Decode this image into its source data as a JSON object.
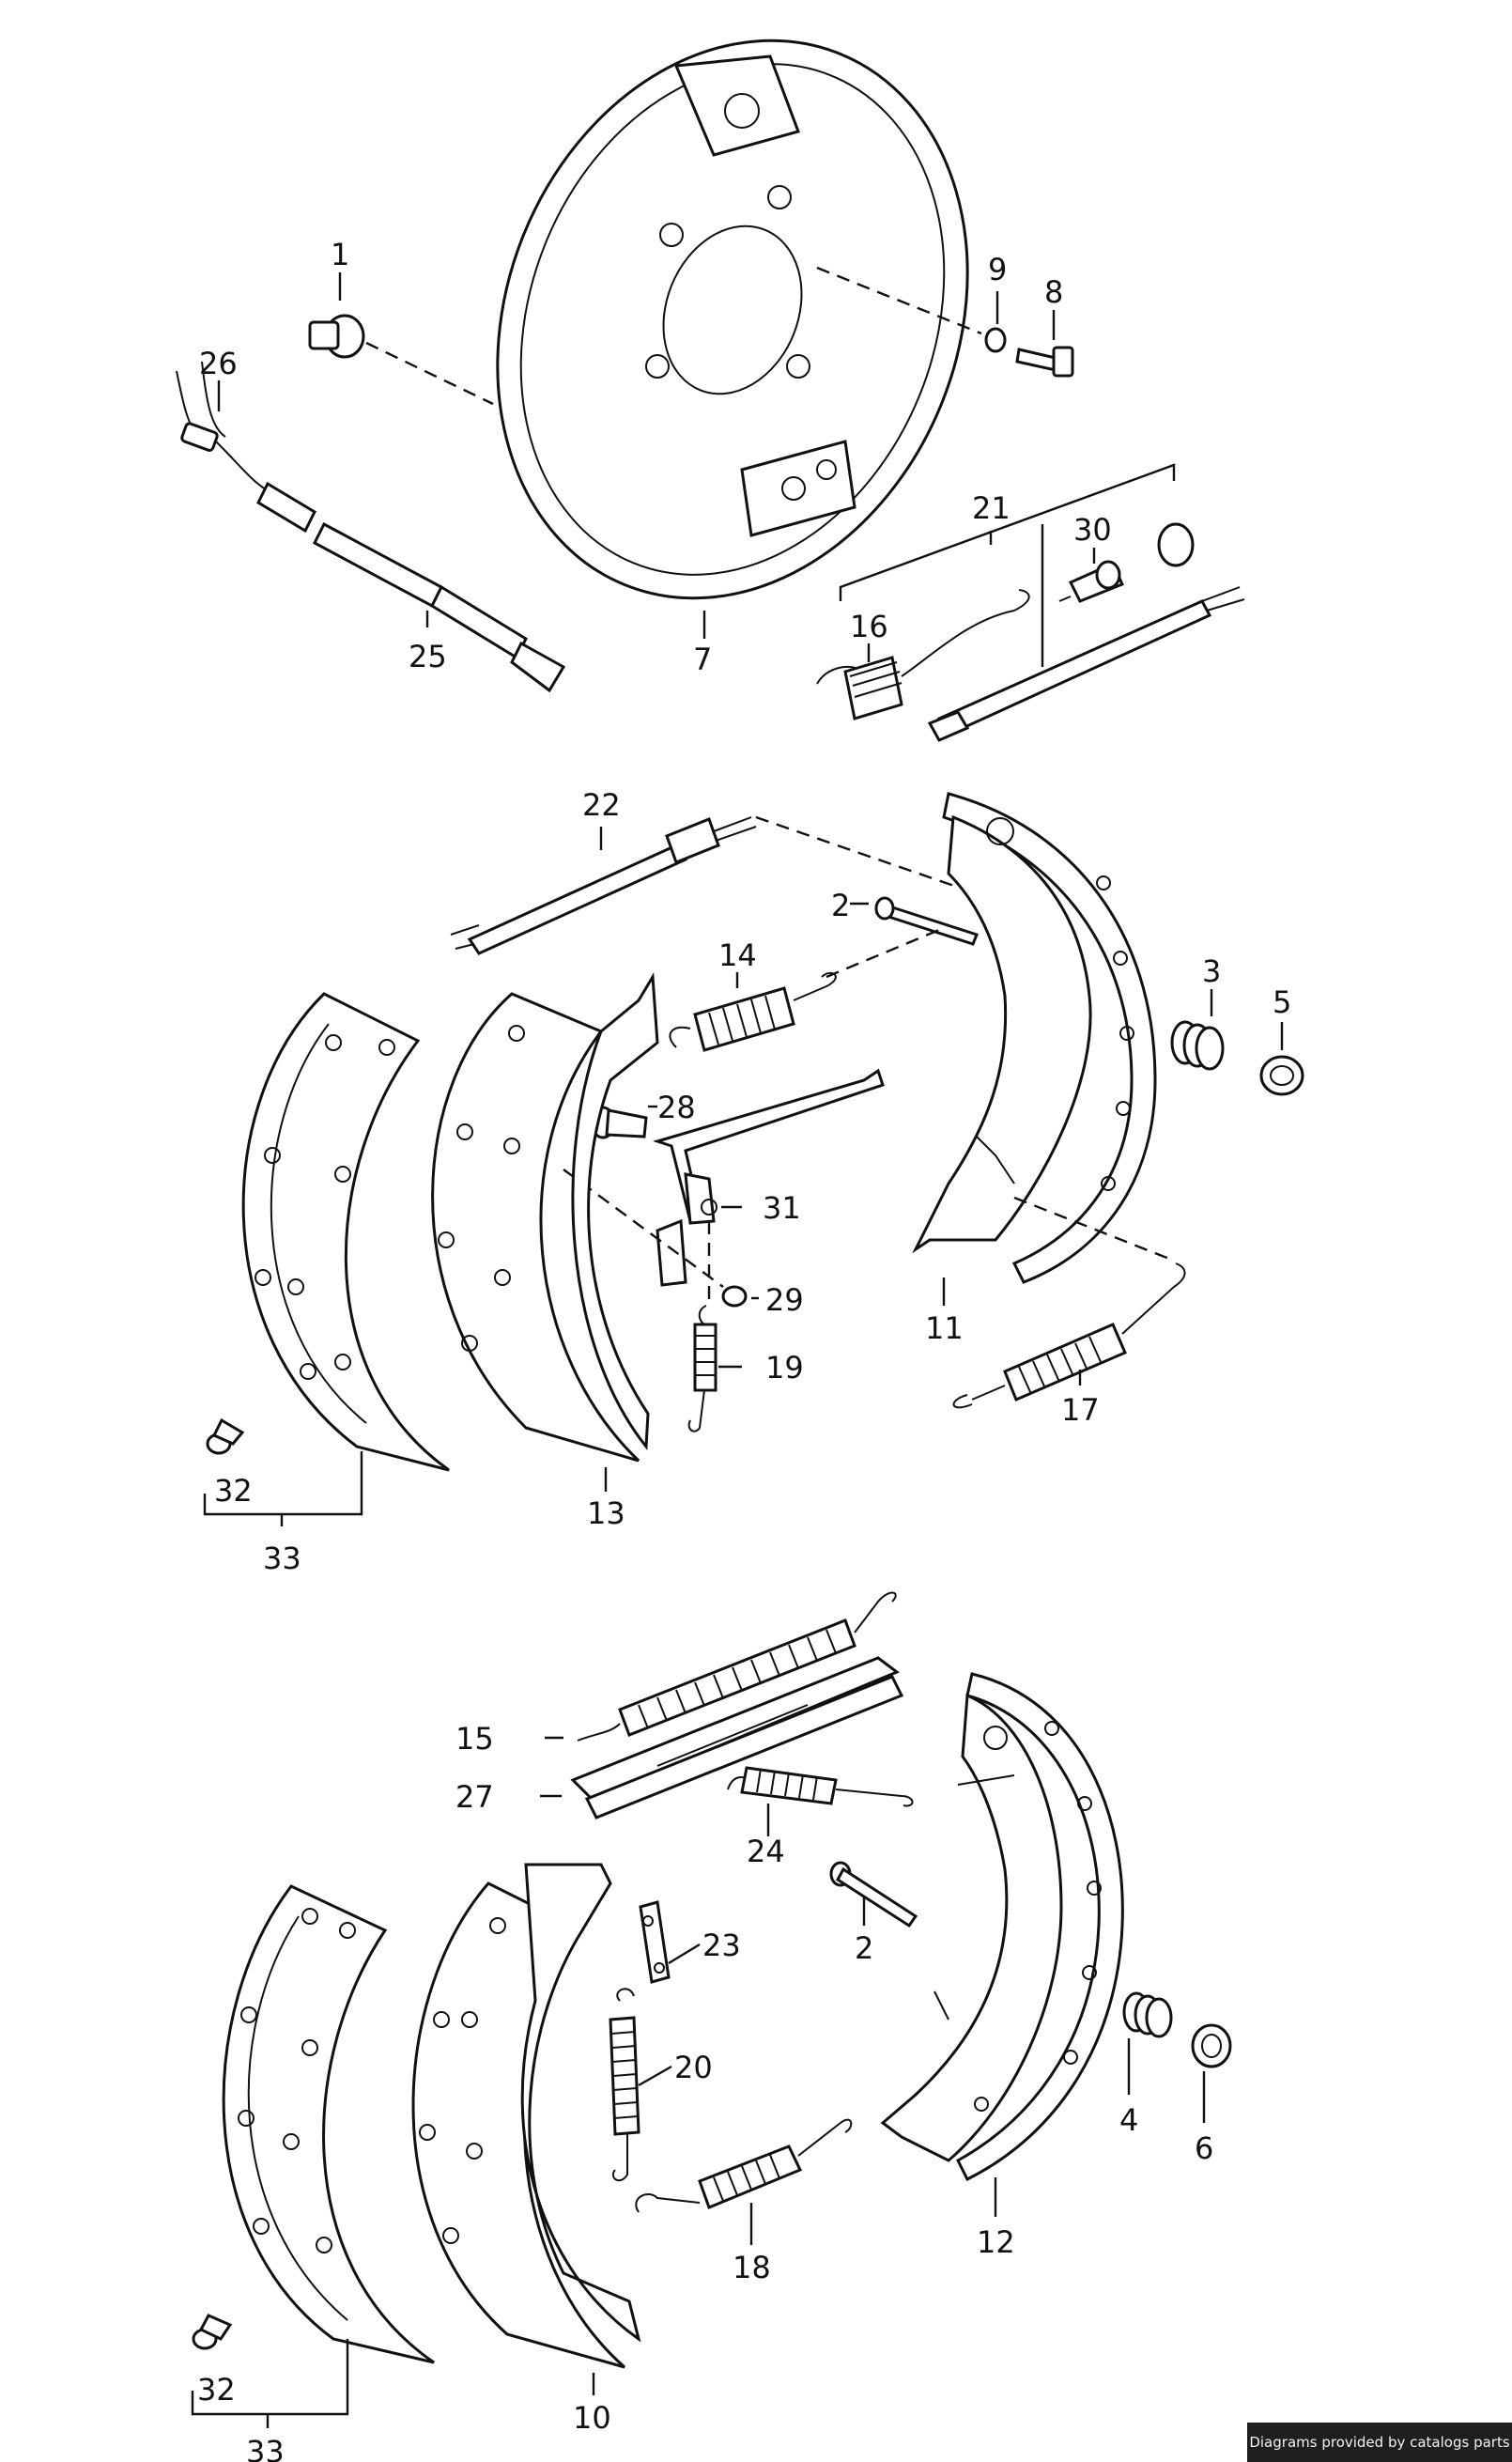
{
  "credit": "Diagrams provided by catalogs parts",
  "labels": {
    "l1": "1",
    "l26": "26",
    "l9": "9",
    "l8": "8",
    "l21": "21",
    "l30": "30",
    "l16": "16",
    "l25": "25",
    "l7": "7",
    "l22": "22",
    "l2a": "2",
    "l3": "3",
    "l5": "5",
    "l14": "14",
    "l28": "28",
    "l31": "31",
    "l29": "29",
    "l19": "19",
    "l11": "11",
    "l17": "17",
    "l32a": "32",
    "l33a": "33",
    "l13": "13",
    "l15": "15",
    "l27": "27",
    "l24": "24",
    "l2b": "2",
    "l23": "23",
    "l20": "20",
    "l4": "4",
    "l6": "6",
    "l18": "18",
    "l12": "12",
    "l32b": "32",
    "l10": "10",
    "l33b": "33"
  }
}
